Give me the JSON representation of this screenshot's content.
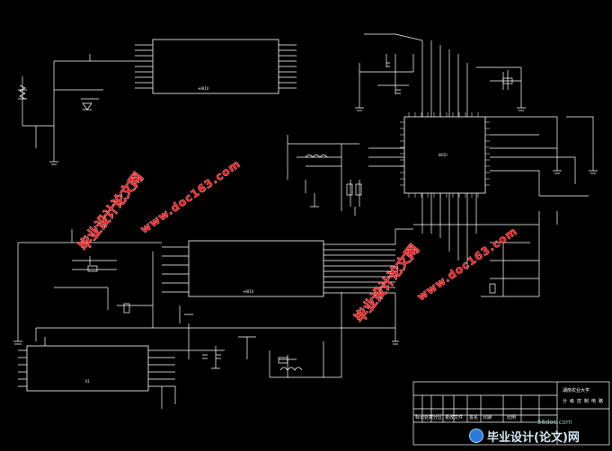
{
  "title_block": {
    "school": "湖南农业大学",
    "subtitle": "分 级 控 制 电 路",
    "row_labels": [
      "标记",
      "处数",
      "分区",
      "更改文件",
      "签名",
      "日期"
    ],
    "scale_label": "比例"
  },
  "components": [
    {
      "id": "u1",
      "label": "+H8IU"
    },
    {
      "id": "u2",
      "label": "+H8IU"
    },
    {
      "id": "u3",
      "label": "H8IU"
    },
    {
      "id": "u4",
      "label": "U1"
    }
  ],
  "watermarks": {
    "cn": "毕业设计论文网",
    "url": "www.doc163.com"
  },
  "brand": {
    "name": "毕业设计(论文)网",
    "url": "56doc.com"
  },
  "colors": {
    "background": "#000000",
    "wire": "#ffffff",
    "watermark": "#ff1a1a"
  }
}
